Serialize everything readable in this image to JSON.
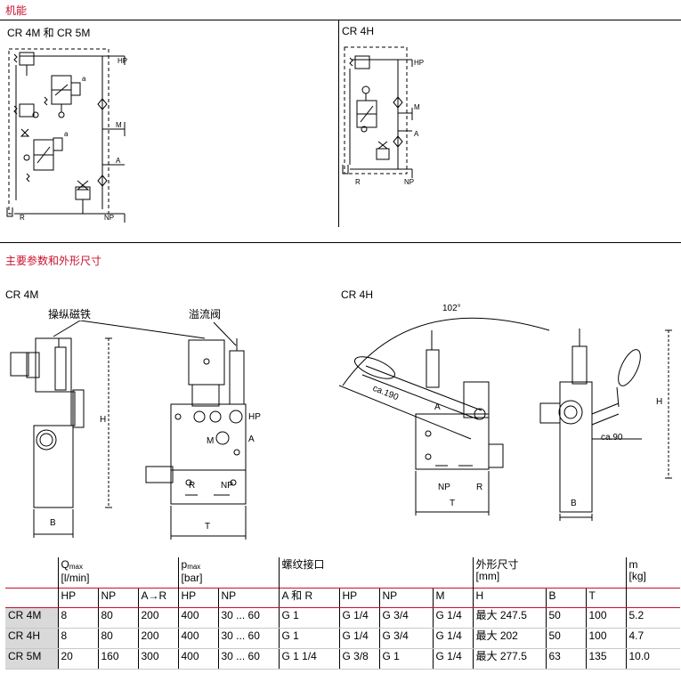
{
  "sections": {
    "function_title": "机能",
    "params_title": "主要参数和外形尺寸"
  },
  "schematics": {
    "left_title": "CR 4M 和 CR 5M",
    "right_title": "CR 4H",
    "ports": {
      "hp": "HP",
      "m": "M",
      "a": "A",
      "r": "R",
      "np": "NP",
      "a_lower": "a"
    }
  },
  "drawings": {
    "cr4m_title": "CR 4M",
    "cr4h_title": "CR 4H",
    "label_solenoid": "操纵磁铁",
    "label_relief_valve": "溢流阀",
    "angle": "102°",
    "dim_ca190": "ca.190",
    "dim_ca90": "ca.90",
    "dim_h": "H",
    "dim_b": "B",
    "dim_t": "T",
    "port_hp": "HP",
    "port_m": "M",
    "port_a": "A",
    "port_r": "R",
    "port_np": "NP"
  },
  "table": {
    "group_headers": {
      "q": {
        "main": "Q",
        "sub": "max",
        "unit": "[l/min]"
      },
      "p": {
        "main": "p",
        "sub": "max",
        "unit": "[bar]"
      },
      "thread": {
        "main": "螺纹接口"
      },
      "dims": {
        "main": "外形尺寸",
        "unit": "[mm]"
      },
      "mass": {
        "main": "m",
        "unit": "[kg]"
      }
    },
    "columns": [
      "HP",
      "NP",
      "A→R",
      "HP",
      "NP",
      "A 和 R",
      "HP",
      "NP",
      "M",
      "H",
      "B",
      "T"
    ],
    "rows": [
      {
        "model": "CR 4M",
        "cells": [
          "8",
          "80",
          "200",
          "400",
          "30 ... 60",
          "G 1",
          "G 1/4",
          "G 3/4",
          "G 1/4",
          "最大 247.5",
          "50",
          "100",
          "5.2"
        ]
      },
      {
        "model": "CR 4H",
        "cells": [
          "8",
          "80",
          "200",
          "400",
          "30 ... 60",
          "G 1",
          "G 1/4",
          "G 3/4",
          "G 1/4",
          "最大 202",
          "50",
          "100",
          "4.7"
        ]
      },
      {
        "model": "CR 5M",
        "cells": [
          "20",
          "160",
          "300",
          "400",
          "30 ... 60",
          "G 1 1/4",
          "G 3/8",
          "G 1",
          "G 1/4",
          "最大 277.5",
          "63",
          "135",
          "10.0"
        ]
      }
    ]
  },
  "colors": {
    "accent": "#c8102e",
    "model_bg": "#d9d9d9"
  }
}
